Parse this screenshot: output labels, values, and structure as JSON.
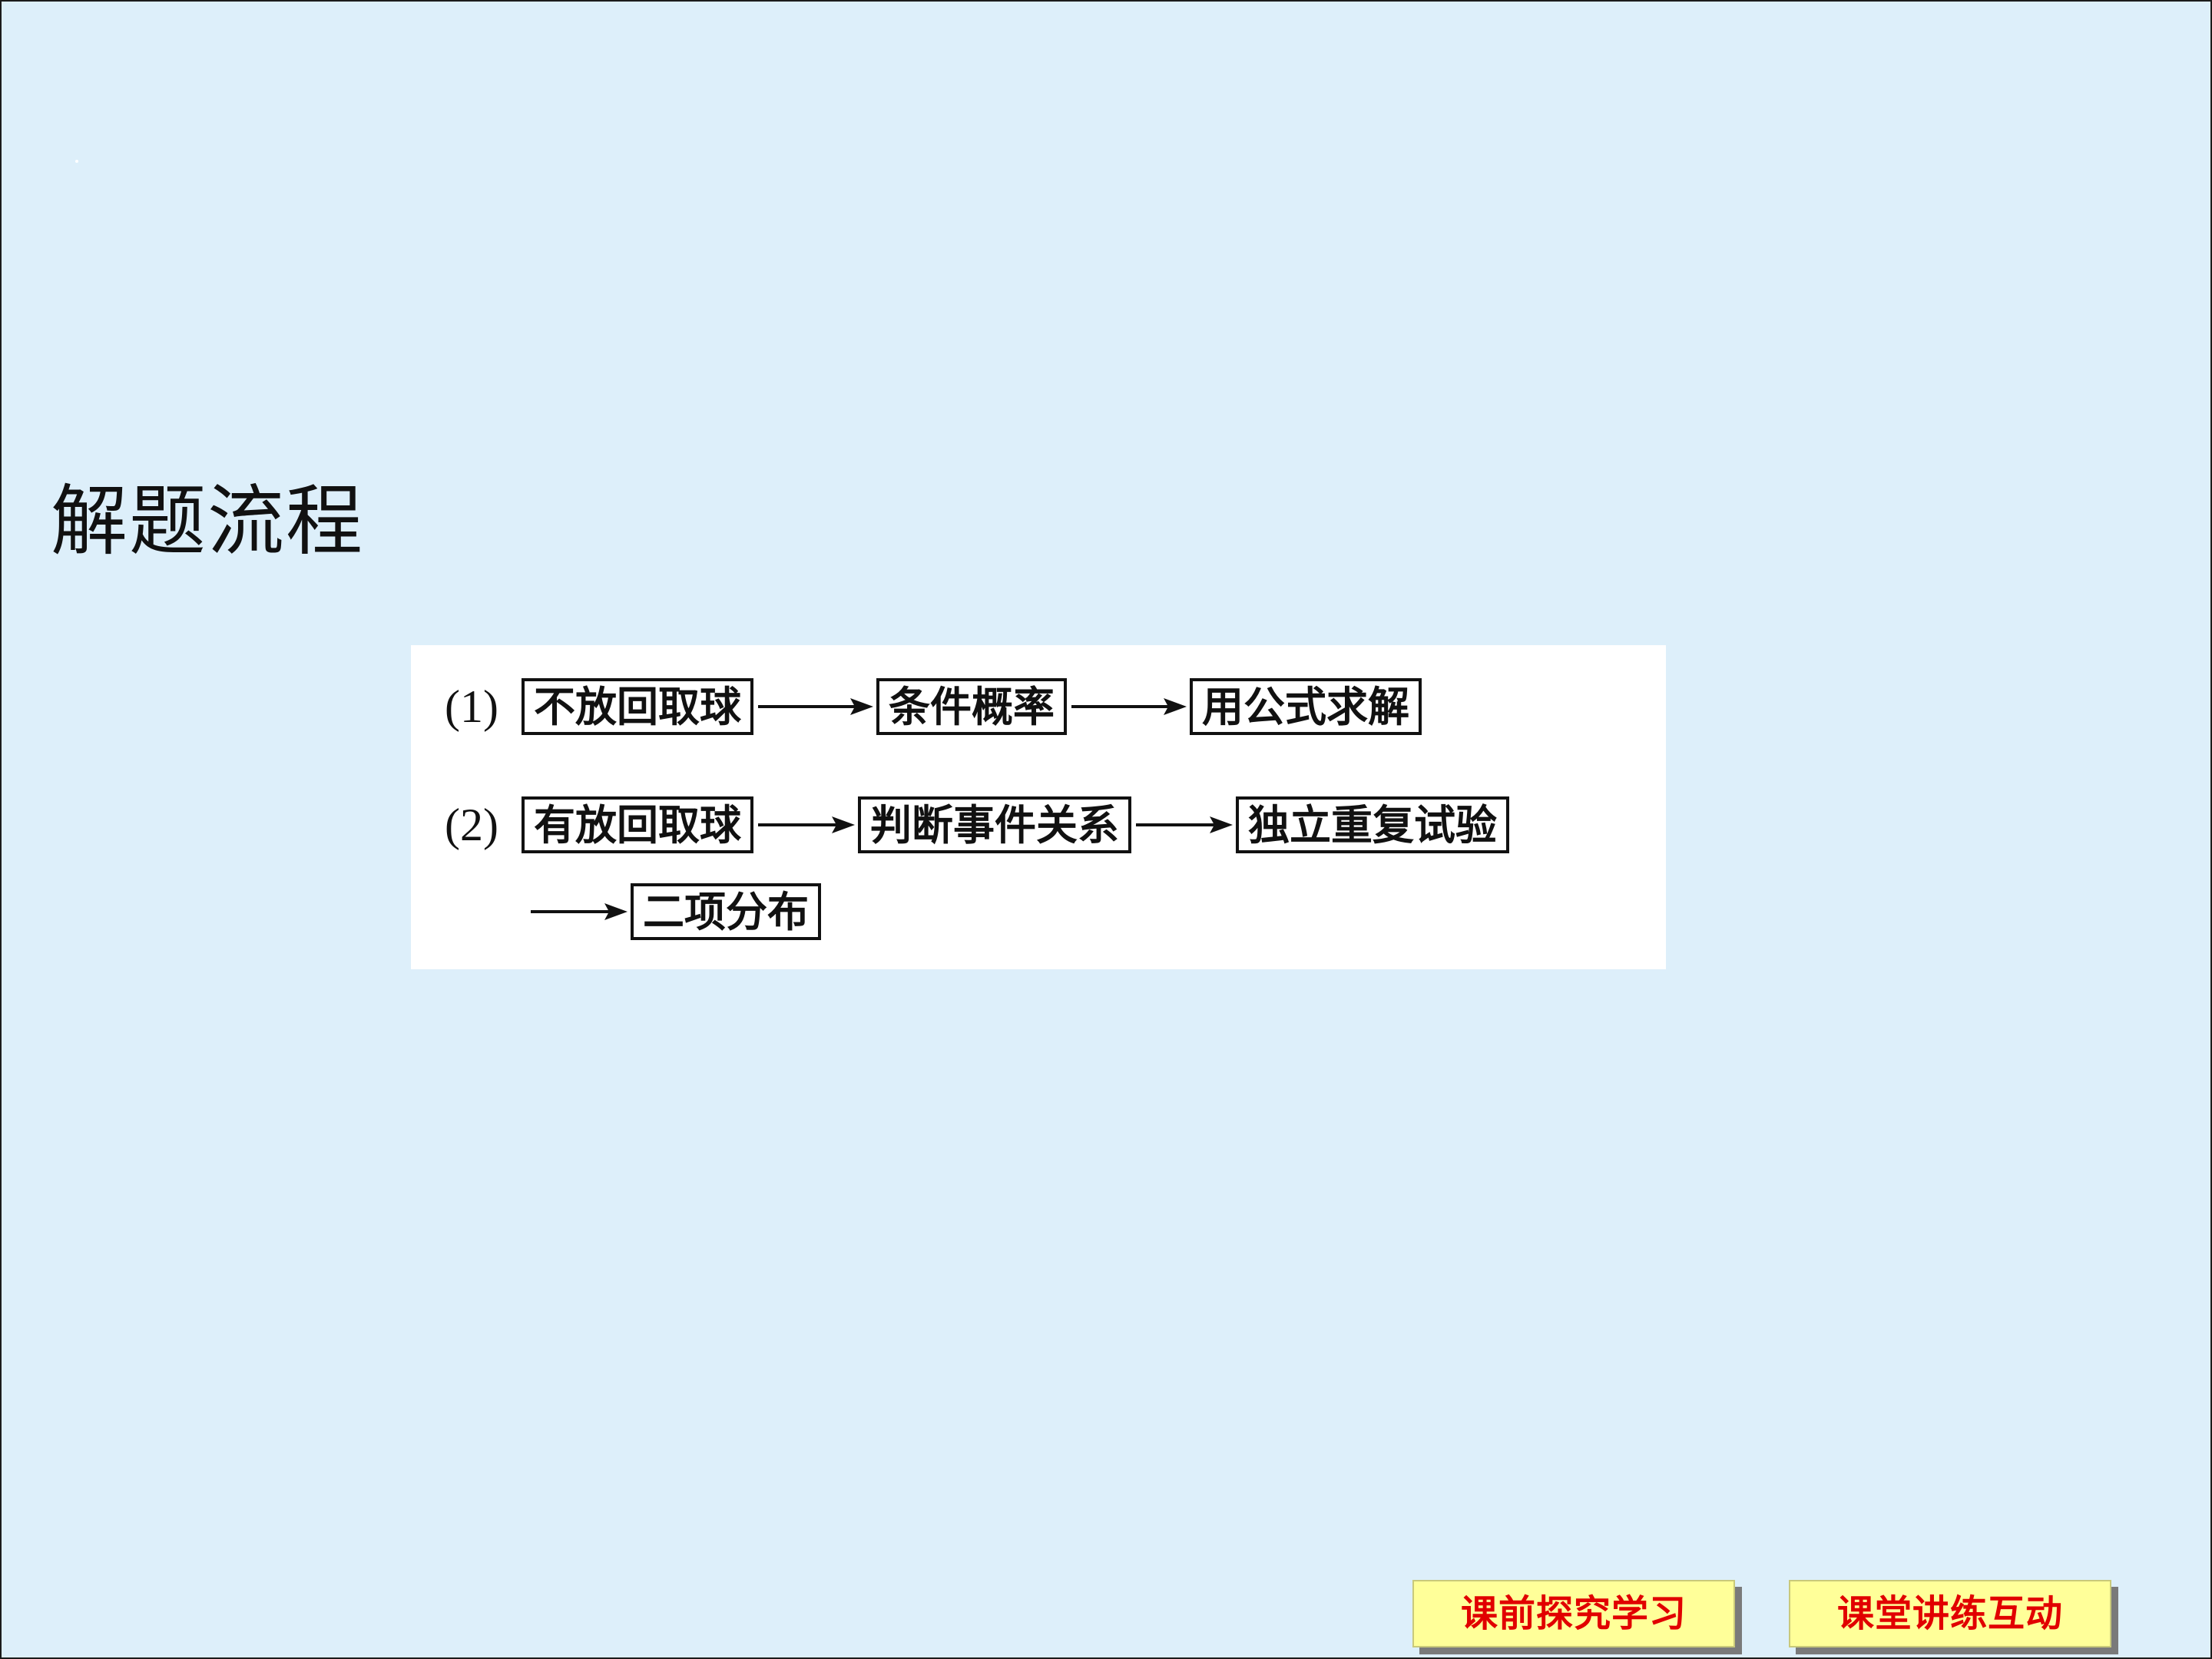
{
  "page": {
    "title": "解题流程"
  },
  "flow": {
    "row1": {
      "label": "(1)",
      "steps": [
        "不放回取球",
        "条件概率",
        "用公式求解"
      ]
    },
    "row2": {
      "label": "(2)",
      "steps": [
        "有放回取球",
        "判断事件关系",
        "独立重复试验"
      ]
    },
    "row3": {
      "steps": [
        "二项分布"
      ]
    }
  },
  "nav": {
    "pre_study": "课前探究学习",
    "class_interaction": "课堂讲练互动"
  },
  "colors": {
    "slide_background": "#ddeffa",
    "button_fill": "#ffff99",
    "button_text": "#e10000"
  }
}
